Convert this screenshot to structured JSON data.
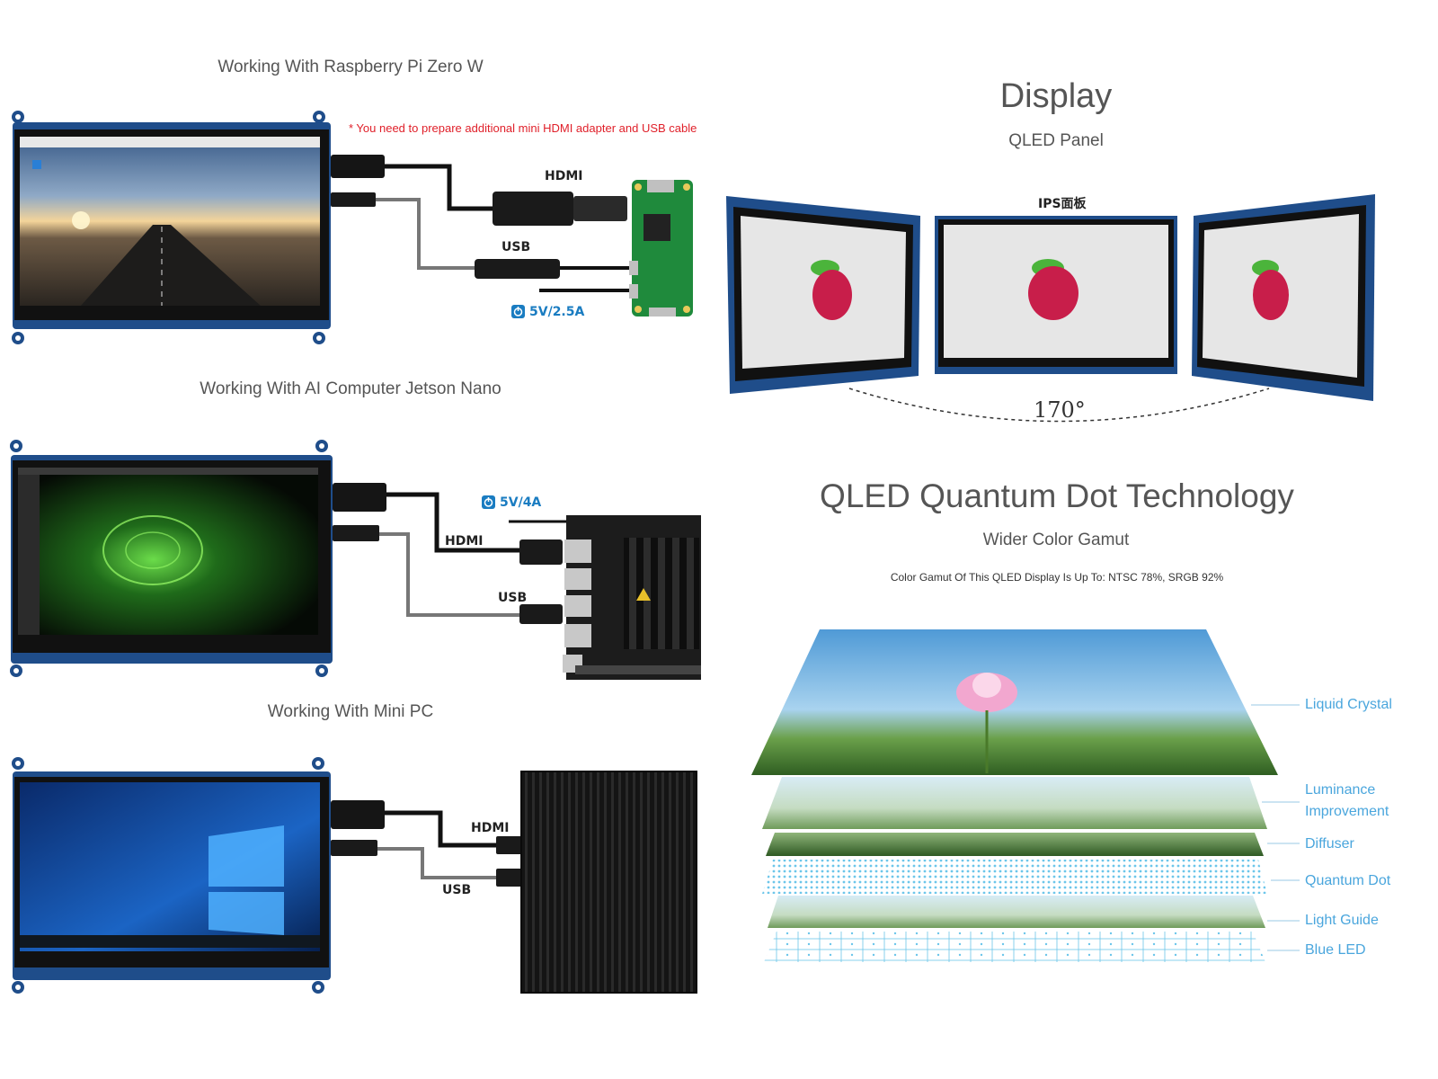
{
  "left": {
    "pi": {
      "title": "Working With Raspberry Pi Zero W",
      "note": "* You need to prepare additional mini HDMI adapter and USB cable",
      "hdmi": "HDMI",
      "usb": "USB",
      "power": "5V/2.5A"
    },
    "jetson": {
      "title": "Working With AI Computer Jetson Nano",
      "hdmi": "HDMI",
      "usb": "USB",
      "power": "5V/4A"
    },
    "minipc": {
      "title": "Working With Mini PC",
      "hdmi": "HDMI",
      "usb": "USB"
    }
  },
  "right": {
    "display": {
      "title": "Display",
      "subtitle": "QLED Panel",
      "ips_label": "IPS面板",
      "angle": "170°"
    },
    "qled": {
      "title": "QLED Quantum Dot Technology",
      "subtitle": "Wider Color Gamut",
      "gamut_note": "Color Gamut Of This QLED Display Is Up To: NTSC 78%, SRGB 92%",
      "layers": {
        "liquid_crystal": "Liquid Crystal",
        "luminance_1": "Luminance",
        "luminance_2": "Improvement",
        "diffuser": "Diffuser",
        "quantum_dot": "Quantum Dot",
        "light_guide": "Light Guide",
        "blue_led": "Blue LED"
      }
    }
  },
  "colors": {
    "accent_blue": "#1a7cc1",
    "note_red": "#e0202a",
    "layer_blue": "#4aa6dd",
    "board_green": "#1f8a3c"
  }
}
